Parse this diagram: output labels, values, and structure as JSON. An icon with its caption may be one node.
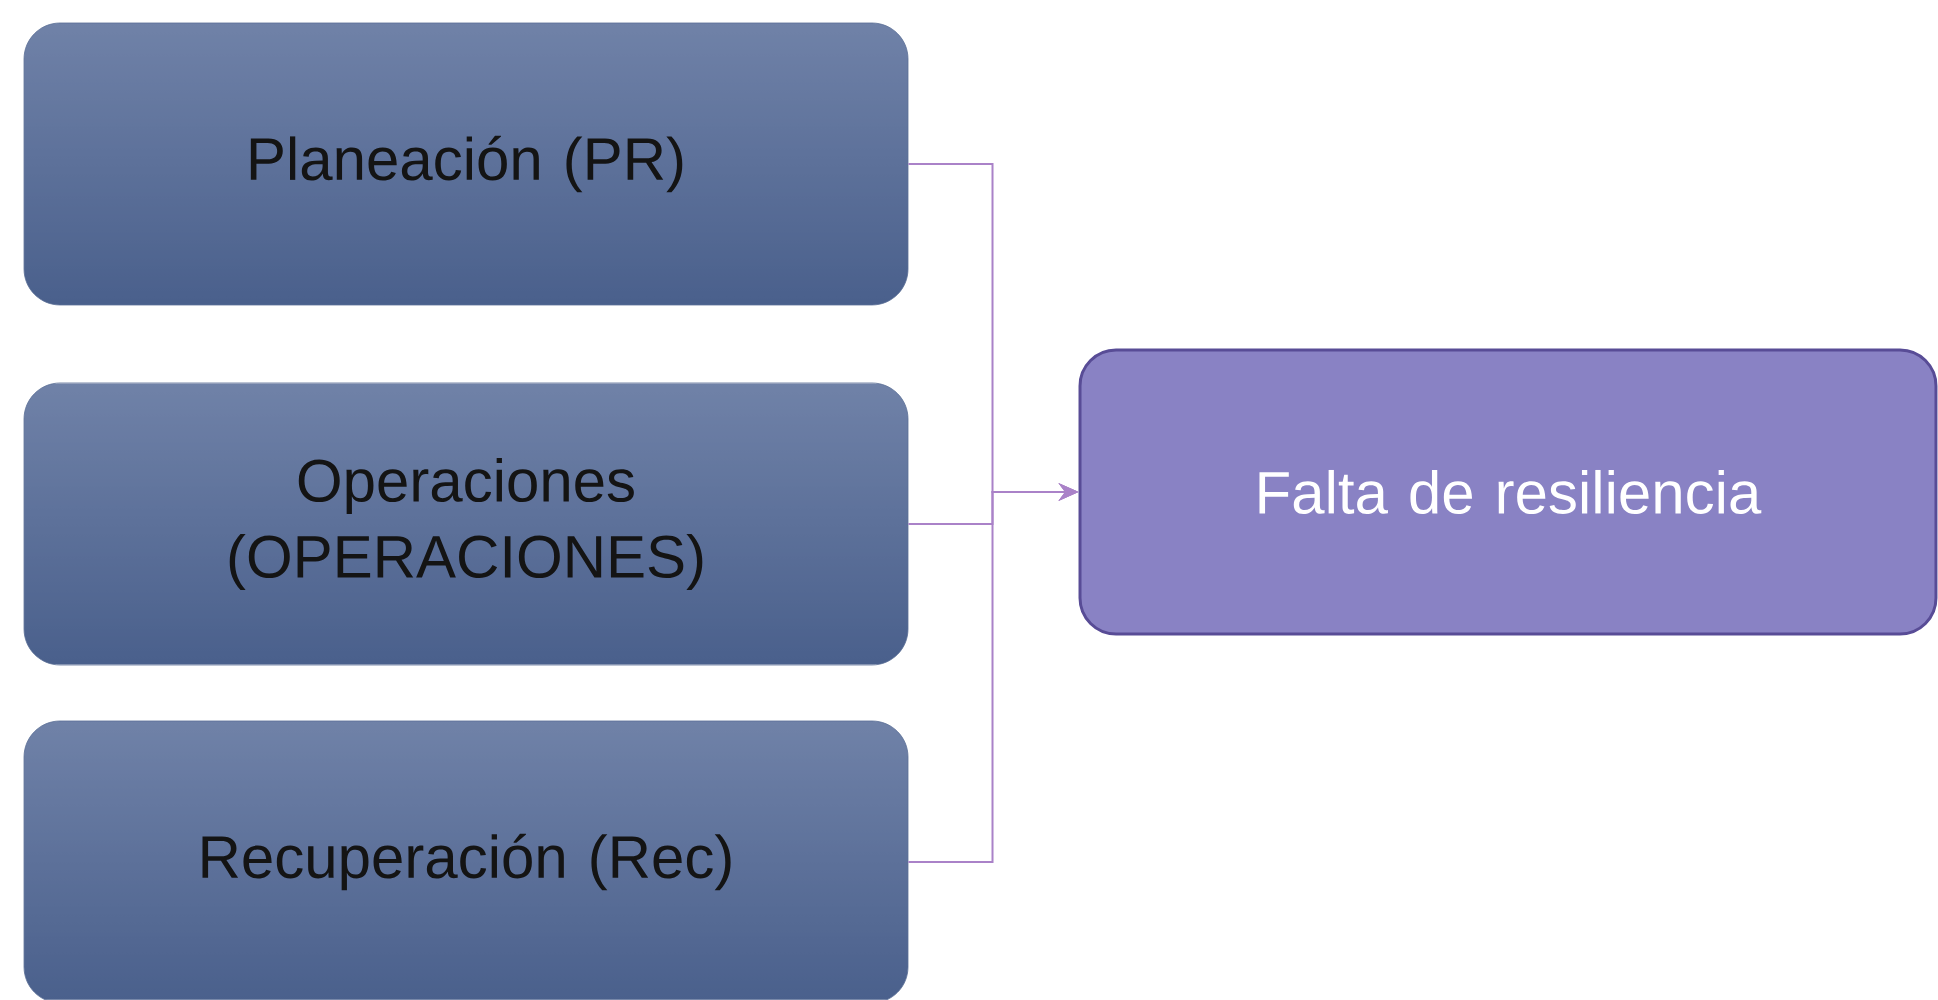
{
  "diagram": {
    "nodes": [
      {
        "text": [
          "Planeación (PR)"
        ]
      },
      {
        "text": [
          "Operaciones (OPERACIONES)"
        ]
      },
      {
        "text": [
          "Recuperación (Rec)"
        ]
      },
      {
        "text": [
          "Falta de resiliencia"
        ]
      }
    ],
    "edges": [
      {
        "from": 0,
        "to": 3,
        "arrow": "to"
      },
      {
        "from": 1,
        "to": 3,
        "arrow": "to"
      },
      {
        "from": 2,
        "to": 3,
        "arrow": "to"
      }
    ]
  }
}
